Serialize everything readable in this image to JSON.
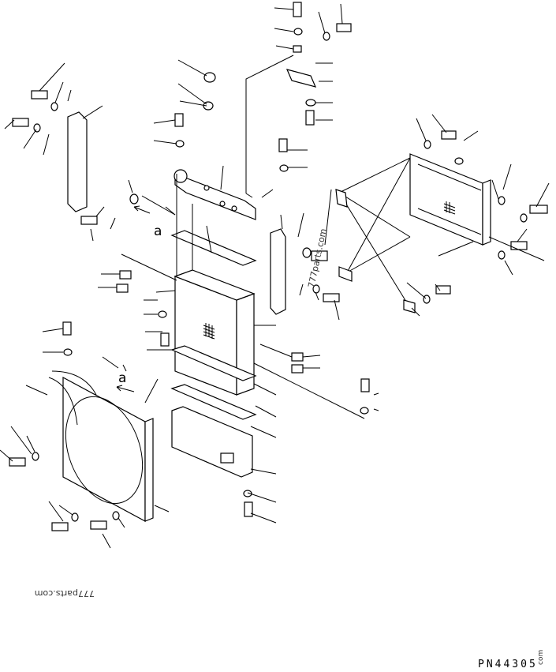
{
  "diagram": {
    "view_labels": [
      "a",
      "a"
    ],
    "part_number_code": "PN44305",
    "watermarks": [
      "777parts.com",
      "777parts.com",
      "com"
    ]
  }
}
